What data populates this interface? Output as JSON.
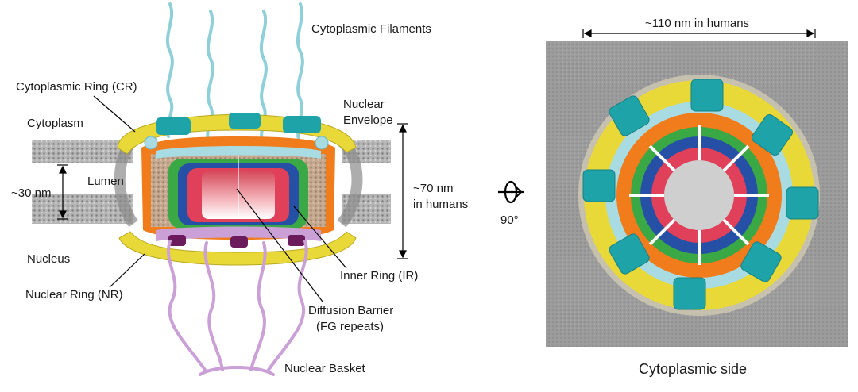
{
  "labels": {
    "cytoplasmic_filaments": "Cytoplasmic Filaments",
    "cytoplasmic_ring": "Cytoplasmic Ring (CR)",
    "nuclear_envelope_1": "Nuclear",
    "nuclear_envelope_2": "Envelope",
    "cytoplasm": "Cytoplasm",
    "lumen": "Lumen",
    "width_30": "~30 nm",
    "height_70_1": "~70 nm",
    "height_70_2": "in humans",
    "nucleus": "Nucleus",
    "inner_ring": "Inner Ring (IR)",
    "nuclear_ring": "Nuclear Ring (NR)",
    "diffusion_barrier_1": "Diffusion Barrier",
    "diffusion_barrier_2": "(FG repeats)",
    "nuclear_basket": "Nuclear Basket",
    "width_110": "~110 nm in humans",
    "rotation": "90°",
    "cytoplasmic_side": "Cytoplasmic side"
  },
  "colors": {
    "filament": "#8fd0d8",
    "cytoplasmic_ring": "#e8d838",
    "nuclear_ring": "#e8d838",
    "orange_scaffold": "#f07c1c",
    "inner_ring_green": "#39a845",
    "inner_ring_blue": "#2550a6",
    "inner_ring_red": "#e0405a",
    "teal_subunit": "#1ea4a8",
    "light_blue_ring": "#a8dce2",
    "basket": "#caa0d6",
    "basket_dark": "#6b1a5c",
    "membrane_gray": "#9a9a9a",
    "photo_bg": "#9b9b9b"
  }
}
